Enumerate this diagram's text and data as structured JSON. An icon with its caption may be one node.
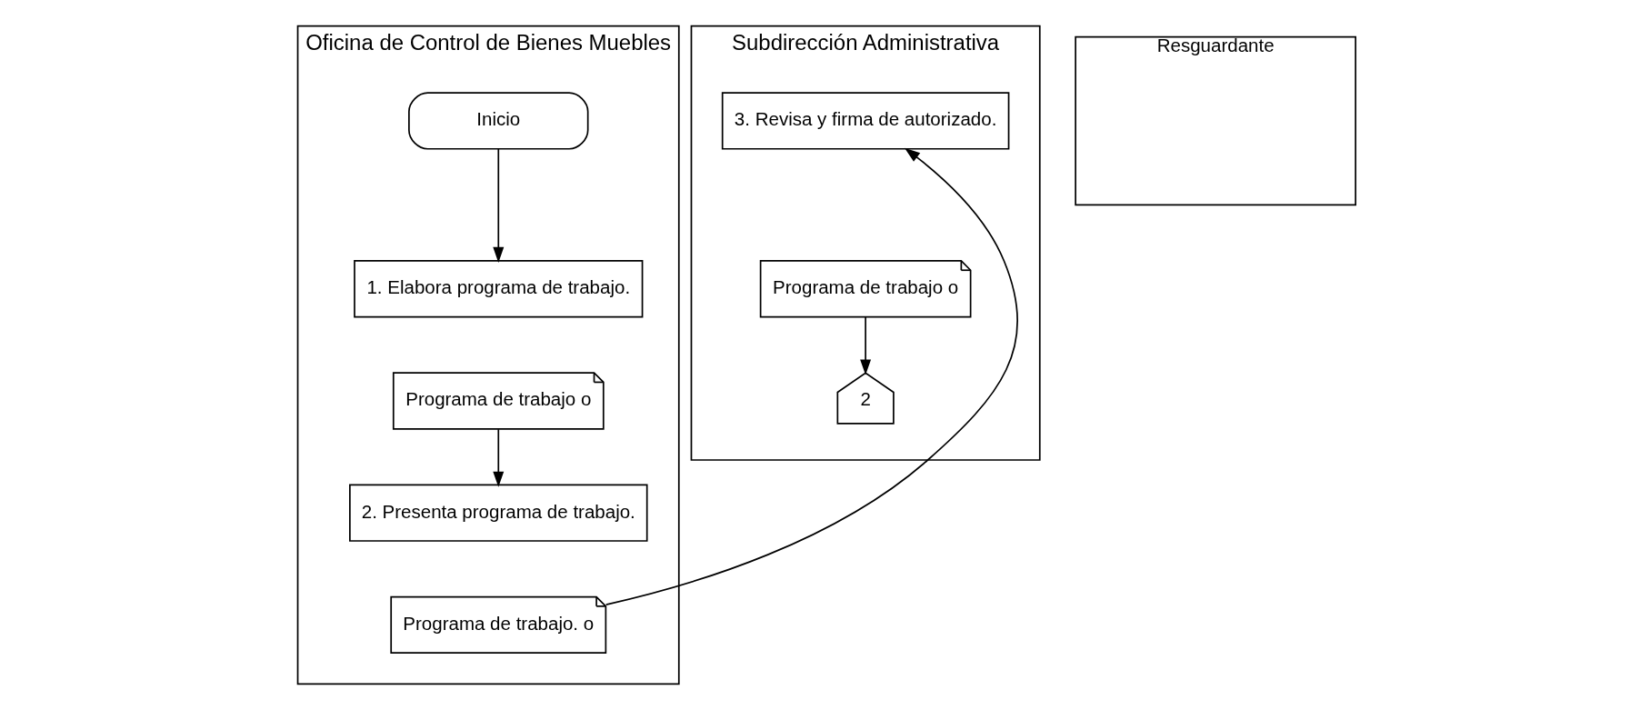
{
  "diagram": {
    "nodes": [
      {
        "text": [
          "Oficina de Control de Bienes Muebles"
        ]
      },
      {
        "text": [
          "Subdirección Administrativa"
        ]
      },
      {
        "text": [
          "Resguardante"
        ]
      },
      {
        "text": [
          "Inicio"
        ],
        "in": 0
      },
      {
        "text": [
          "1. Elabora programa de trabajo."
        ],
        "in": 0
      },
      {
        "text": [
          "Programa de trabajo o"
        ],
        "in": 0
      },
      {
        "text": [
          "2. Presenta programa de trabajo."
        ],
        "in": 0
      },
      {
        "text": [
          "Programa de trabajo. o"
        ],
        "in": 0
      },
      {
        "text": [
          "3. Revisa y firma de autorizado."
        ],
        "in": 1
      },
      {
        "text": [
          "Programa de trabajo o"
        ],
        "in": 1
      },
      {
        "text": [
          "2"
        ],
        "in": 1
      }
    ],
    "edges": [
      {
        "from": 3,
        "to": 4,
        "arrow": "to"
      },
      {
        "from": 5,
        "to": 6,
        "arrow": "to"
      },
      {
        "from": 7,
        "to": 8,
        "arrow": "to"
      },
      {
        "from": 9,
        "to": 10,
        "arrow": "to"
      }
    ]
  }
}
